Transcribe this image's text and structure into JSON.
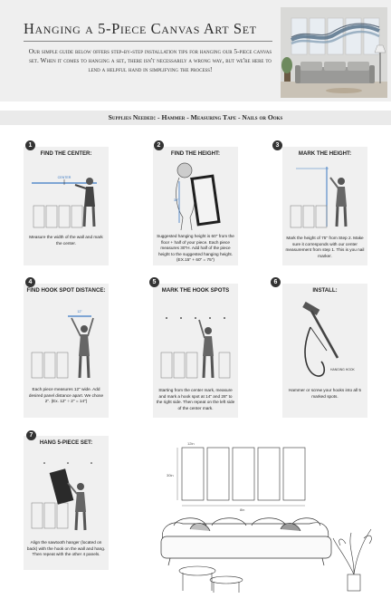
{
  "header": {
    "title": "Hanging a 5-Piece Canvas Art Set",
    "intro": "Our simple guide below offers step-by-step installation tips for hanging our 5-piece canvas set. When it comes to hanging a set, there isn't necessarily a wrong way, but we're here to lend a helpful hand in simplifying the process!"
  },
  "supplies": {
    "text": "Supplies Needed: - Hammer - Measuring Tape - Nails or Ooks"
  },
  "steps": [
    {
      "number": "1",
      "title": "FIND THE CENTER:",
      "text": "Measure the width of the wall and mark the center."
    },
    {
      "number": "2",
      "title": "FIND THE HEIGHT:",
      "text": "Suggested hanging height is 60\" from the floor + half of your piece. Each piece measures 30\"H. Add half of the piece height to the suggested hanging height. (EX.15\" + 60\" = 75\")"
    },
    {
      "number": "3",
      "title": "MARK THE HEIGHT:",
      "text": "Mark the height of 75\" from Step 2. Make sure it corresponds with our center measurement from step 1. This is you nail marker."
    },
    {
      "number": "4",
      "title": "FIND HOOK SPOT DISTANCE:",
      "text": "Each piece measures 12\" wide. Add desired panel distance apart. We chose 2\". (Ex. 12\" ÷ 2\" = 14\")"
    },
    {
      "number": "5",
      "title": "MARK THE HOOK SPOTS",
      "text": "Starting from the center mark, measure and mark a hook spot at 14\" and 28\" to the right side. Then repeat on the left side of the center mark."
    },
    {
      "number": "6",
      "title": "INSTALL:",
      "text": "Hammer or screw your hooks into all 5 marked spots."
    },
    {
      "number": "7",
      "title": "HANG 5-PIECE SET:",
      "text": "Align the sawtooth hanger (located on back) with the hook on the wall and hang. Then repeat with the other 4 panels."
    }
  ],
  "labels": {
    "center": "CENTER",
    "hanging_hook": "HANGING HOOK",
    "dim_12": "12\"",
    "dim_30": "30\"",
    "dim_12in": "12in",
    "dim_30in": "30in",
    "dim_8in": "8in"
  },
  "colors": {
    "header_bg": "#efefef",
    "panel_bg": "#f0f0f0",
    "badge": "#333333",
    "measure_blue": "#3a78c2"
  }
}
